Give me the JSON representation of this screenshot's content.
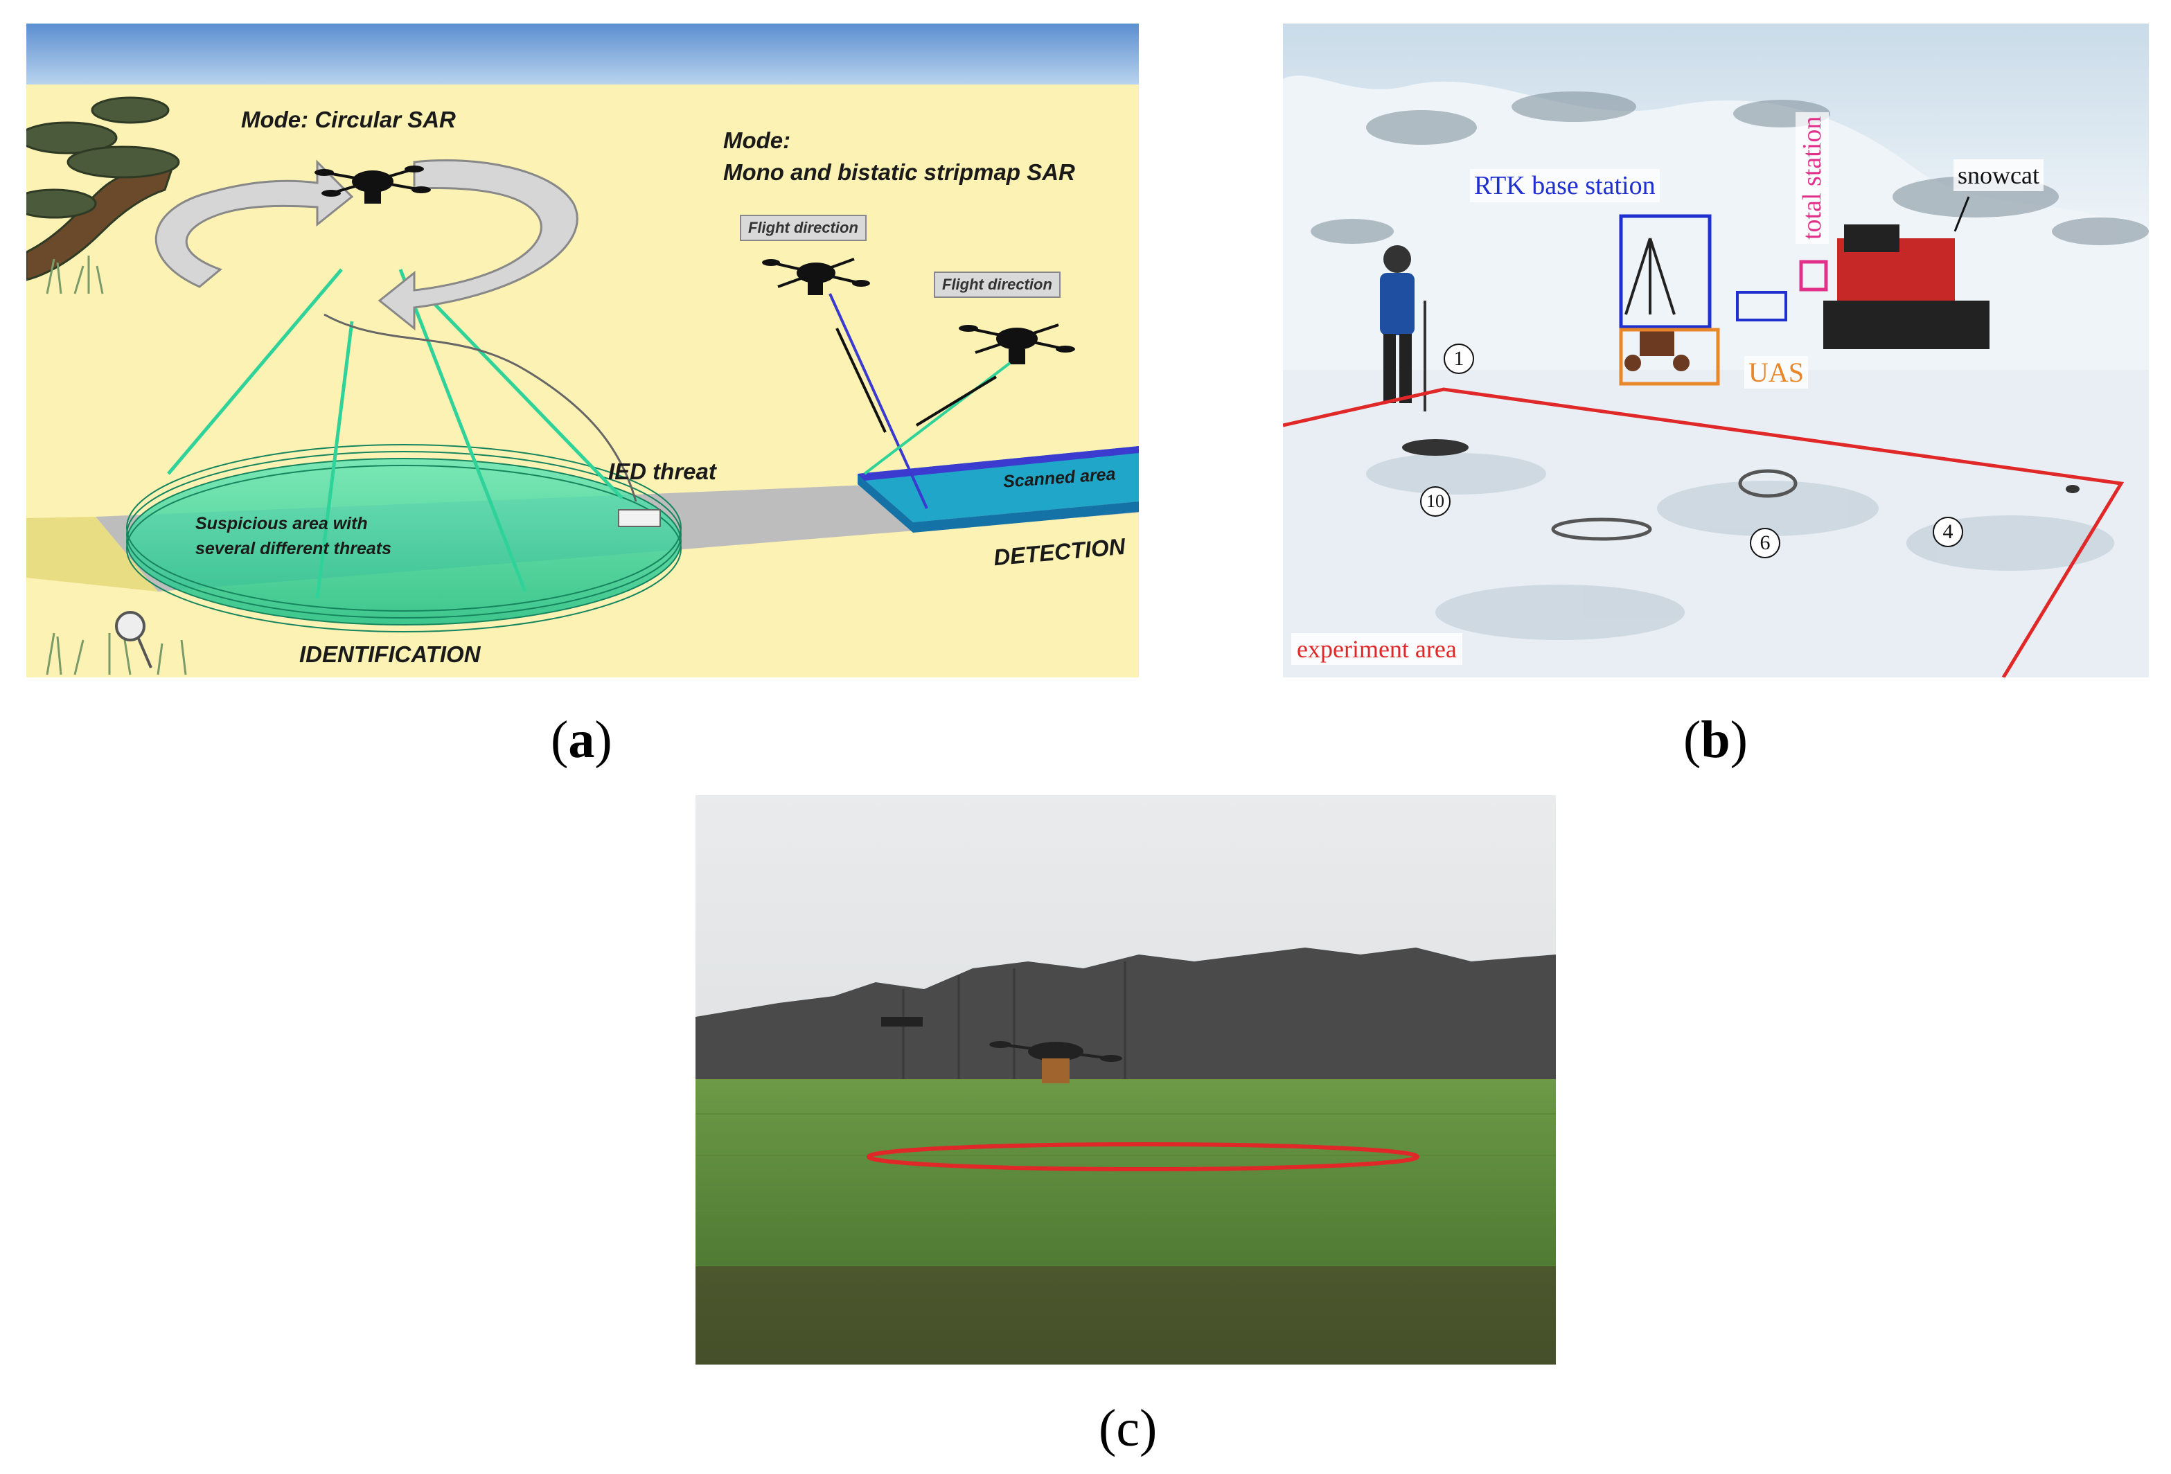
{
  "panel_a": {
    "mode_circular": "Mode: Circular SAR",
    "mode_strip_1": "Mode:",
    "mode_strip_2": "Mono and bistatic stripmap SAR",
    "flight_direction_1": "Flight direction",
    "flight_direction_2": "Flight direction",
    "ied_threat": "IED threat",
    "scanned_area": "Scanned area",
    "suspicious_1": "Suspicious area with",
    "suspicious_2": "several different threats",
    "identification": "IDENTIFICATION",
    "detection": "DETECTION"
  },
  "panel_b": {
    "rtk": "RTK base station",
    "total_station": "total station",
    "snowcat": "snowcat",
    "uas": "UAS",
    "experiment_area": "experiment area",
    "markers": [
      "1",
      "10",
      "6",
      "4"
    ]
  },
  "captions": {
    "a_open": "(",
    "a": "a",
    "a_close": ")",
    "b_open": "(",
    "b": "b",
    "b_close": ")",
    "c_open": "(",
    "c": "c",
    "c_close": ")"
  },
  "colors": {
    "sky_band": "#6f9fd6",
    "diagram_bg": "#fbf2b3",
    "road": "#bdbdbd",
    "scan_green": "#2fd39a",
    "scanned_blue": "#1fa6c8",
    "rtk_blue": "#1f2fd0",
    "total_station_pink": "#e0308a",
    "uas_orange": "#e8862a",
    "experiment_red": "#e02828"
  }
}
